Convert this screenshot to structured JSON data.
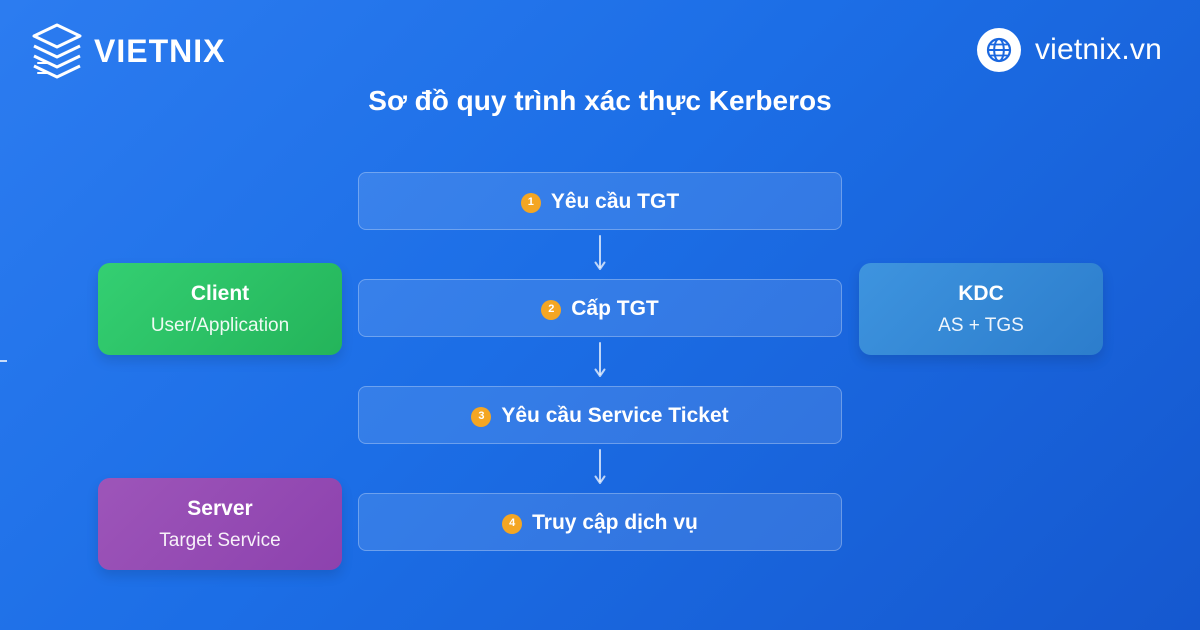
{
  "brand": {
    "name": "VIETNIX",
    "logo_icon": "server-stack-icon"
  },
  "site": {
    "icon": "globe-icon",
    "text": "vietnix.vn"
  },
  "diagram": {
    "title": "Sơ đồ quy trình xác thực Kerberos",
    "steps": [
      {
        "number": "1",
        "label": "Yêu cầu TGT"
      },
      {
        "number": "2",
        "label": "Cấp TGT"
      },
      {
        "number": "3",
        "label": "Yêu cầu Service Ticket"
      },
      {
        "number": "4",
        "label": "Truy cập dịch vụ"
      }
    ],
    "actors": {
      "client": {
        "title": "Client",
        "subtitle": "User/Application"
      },
      "kdc": {
        "title": "KDC",
        "subtitle": "AS + TGS"
      },
      "server": {
        "title": "Server",
        "subtitle": "Target Service"
      }
    }
  },
  "colors": {
    "background_start": "#2c7cf0",
    "background_end": "#1558cf",
    "step_number": "#f4a623",
    "client": "#2fc466",
    "kdc": "#3388d6",
    "server": "#9450b4"
  }
}
